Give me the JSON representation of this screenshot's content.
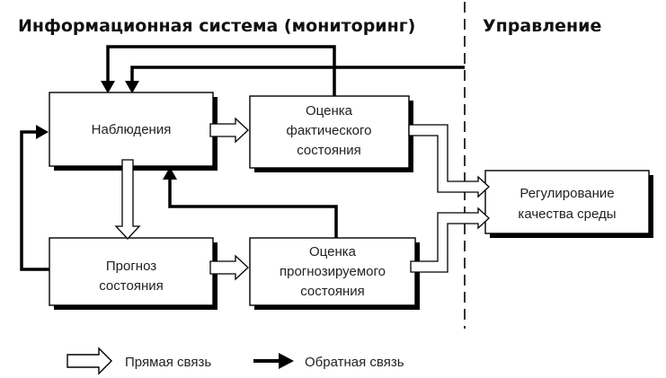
{
  "headings": {
    "left": "Информационная система (мониторинг)",
    "right": "Управление"
  },
  "blocks": {
    "observation": {
      "lines": [
        "Наблюдения"
      ]
    },
    "actual_assessment": {
      "lines": [
        "Оценка",
        "фактического",
        "состояния"
      ]
    },
    "forecast": {
      "lines": [
        "Прогноз",
        "состояния"
      ]
    },
    "forecast_assessment": {
      "lines": [
        "Оценка",
        "прогнозируемого",
        "состояния"
      ]
    },
    "regulation": {
      "lines": [
        "Регулирование",
        "качества среды"
      ]
    }
  },
  "legend": {
    "direct": "Прямая связь",
    "feedback": "Обратная связь"
  },
  "colors": {
    "line": "#000000",
    "box_fill": "#ffffff",
    "shadow": "#000000",
    "text": "#222222"
  }
}
